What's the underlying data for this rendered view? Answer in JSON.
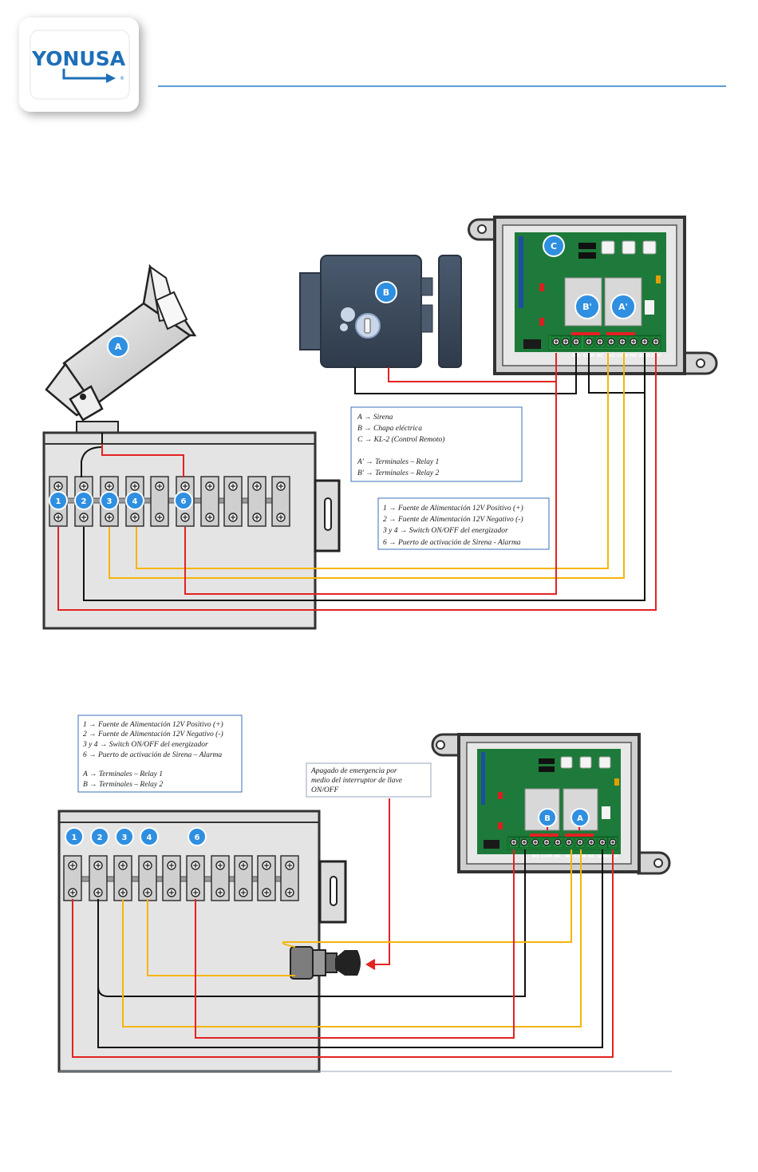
{
  "brand": {
    "logo_text": "YONUSA",
    "registered": "®",
    "color": "#1d6fb8"
  },
  "colors": {
    "wire_red": "#e32222",
    "wire_black": "#111111",
    "wire_yellow": "#f5b50a",
    "bubble": "#2f8fe0",
    "legend_border": "#3a6fb5",
    "board": "#1e7a3a"
  },
  "diagram1": {
    "labels": {
      "siren": "A",
      "lock": "B",
      "controller": "C",
      "relay1": "A'",
      "relay2": "B'"
    },
    "terminal_numbers": [
      "1",
      "2",
      "3",
      "4",
      "6"
    ],
    "board_terminals": [
      "+",
      "-",
      "NO",
      "COM",
      "NC",
      "NO",
      "COM",
      "NC",
      "GND",
      "12V"
    ],
    "legend_devices": [
      "A → Sirena",
      "B → Chapa eléctrica",
      "C → KL-2 (Control Remoto)",
      "A' → Terminales – Relay 1",
      "B' → Terminales – Relay 2"
    ],
    "legend_terminals": [
      "1 → Fuente de Alimentación 12V Positivo (+)",
      "2 → Fuente de Alimentación 12V Negativo (-)",
      "3 y 4 → Switch ON/OFF del energizador",
      "6 → Puerto de activación de Sirena - Alarma"
    ]
  },
  "diagram2": {
    "labels": {
      "relay1": "A",
      "relay2": "B"
    },
    "terminal_numbers": [
      "1",
      "2",
      "3",
      "4",
      "6"
    ],
    "board_terminals": [
      "+",
      "-",
      "NO",
      "COM",
      "NC",
      "NO",
      "COM",
      "NC",
      "GND",
      "12V"
    ],
    "legend": [
      "1 → Fuente de Alimentación 12V Positivo (+)",
      "2 → Fuente de Alimentación 12V Negativo (-)",
      "3 y 4 → Switch ON/OFF del energizador",
      "6 → Puerto de activación de Sirena – Alarma",
      "A → Terminales – Relay 1",
      "B → Terminales – Relay 2"
    ],
    "emergency_note": [
      "Apagado de emergencia por",
      "medio del interruptor de llave",
      "ON/OFF"
    ]
  }
}
